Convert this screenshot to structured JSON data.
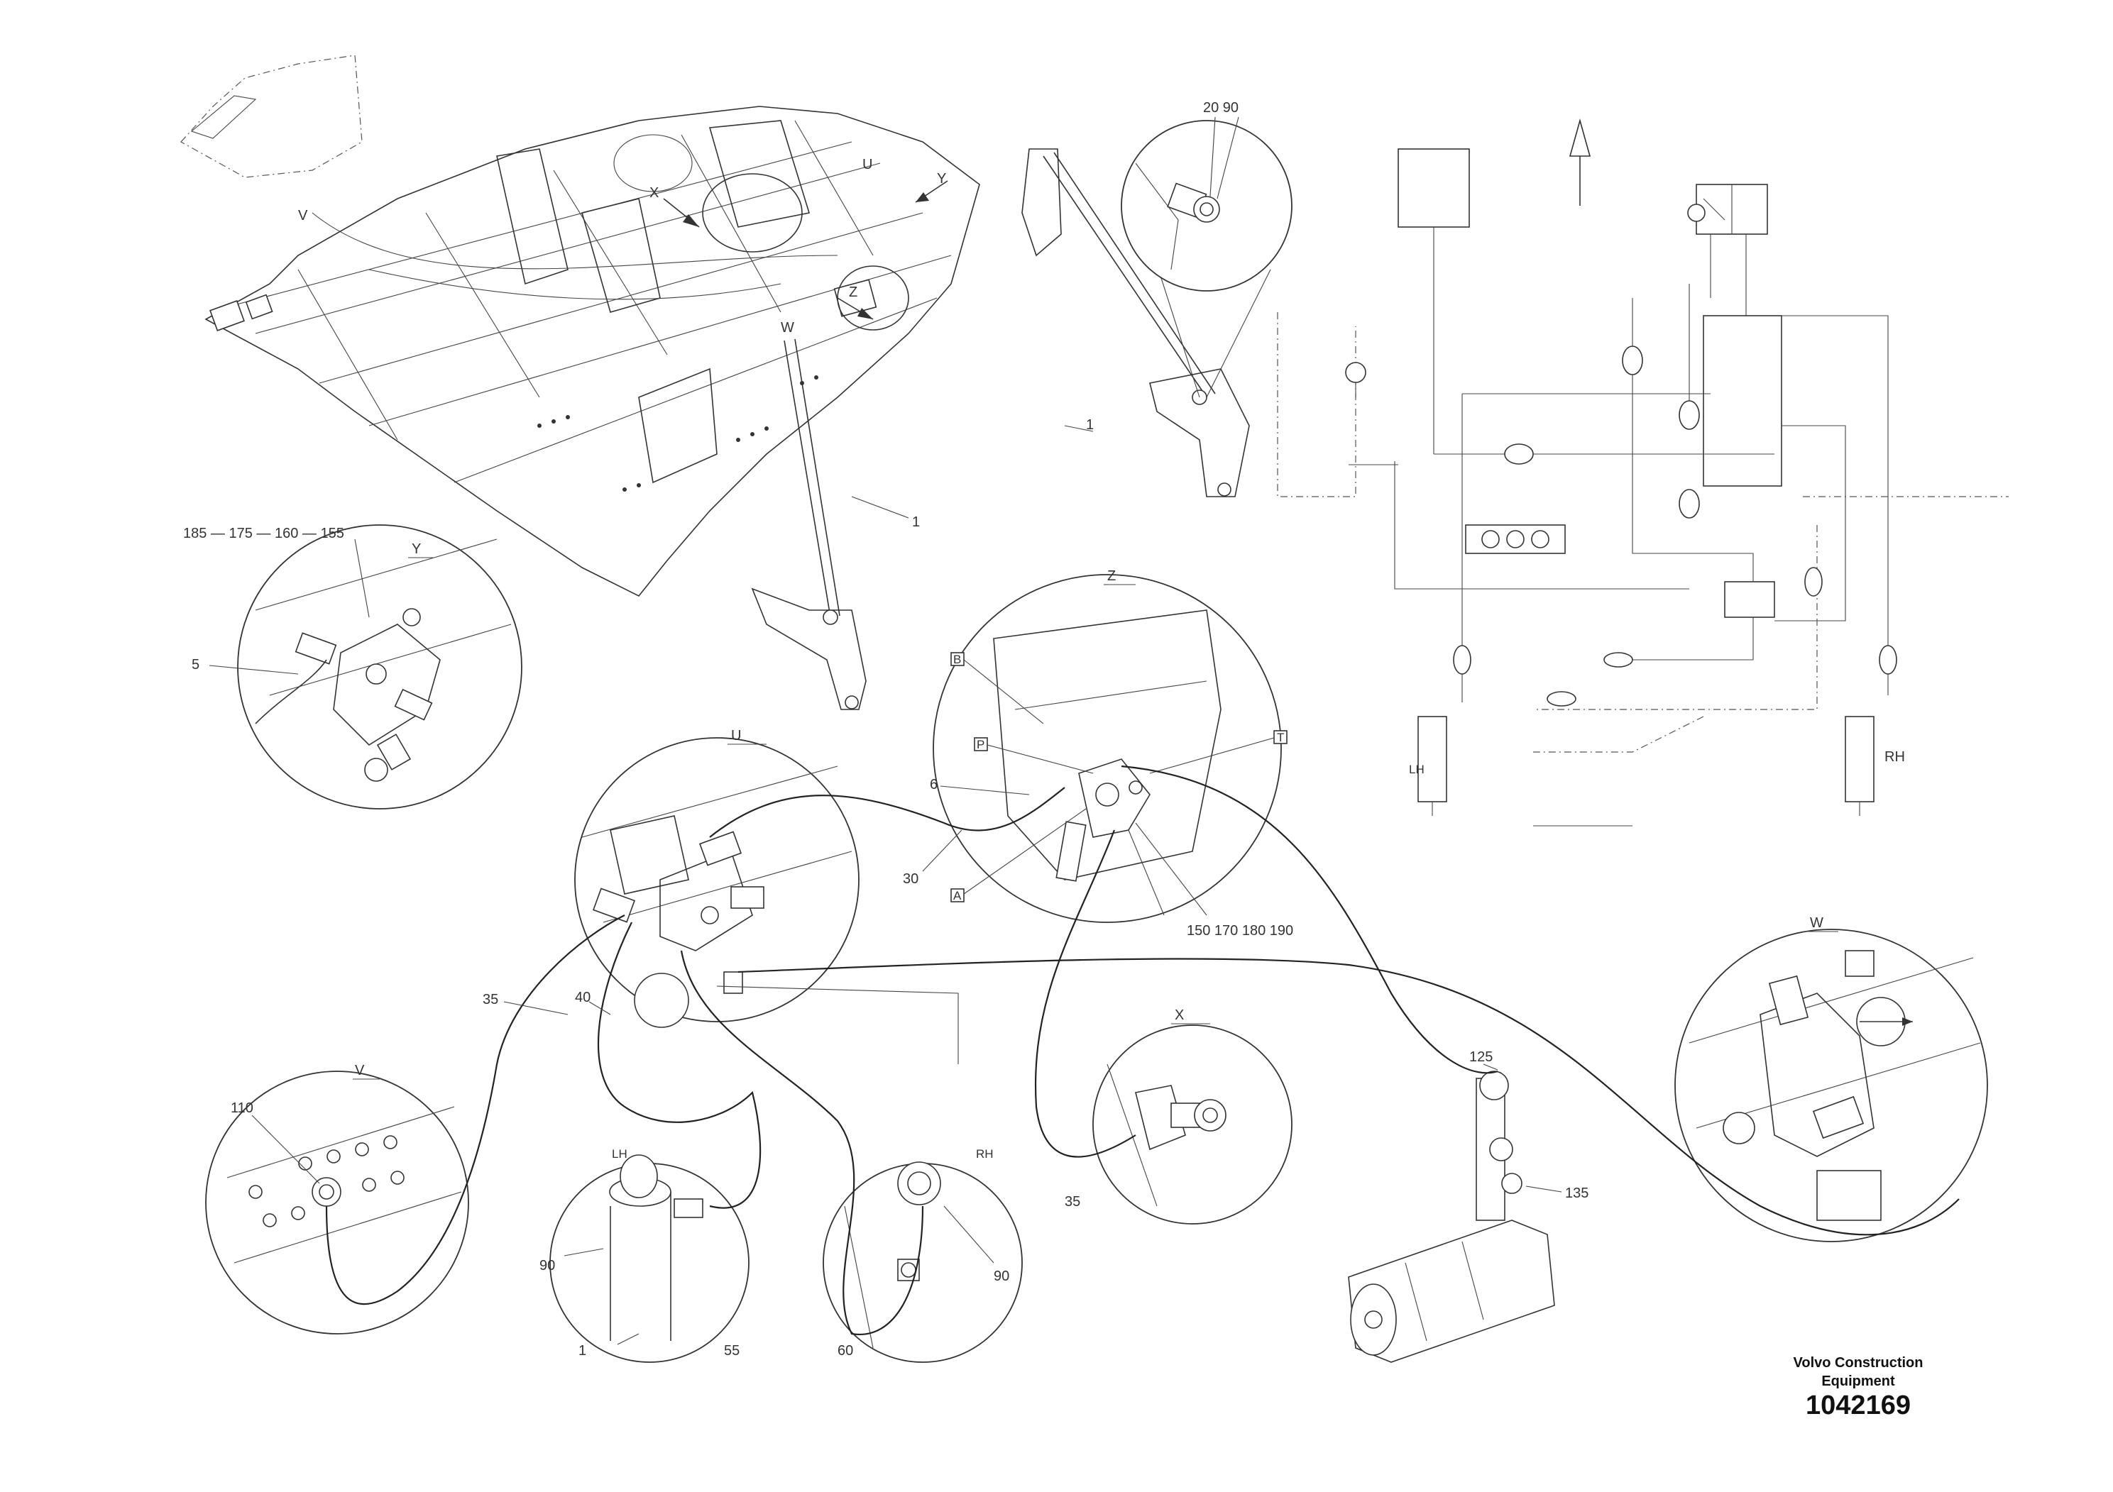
{
  "labels": {
    "view_x": "X",
    "view_y": "Y",
    "view_u": "U",
    "view_v": "V",
    "view_w": "W",
    "view_z": "Z",
    "ref_20_90": "20  90",
    "ref_1a": "1",
    "ref_1b": "1",
    "ref_1c": "1",
    "ref_185_155": "185 — 175 — 160 — 155",
    "ref_5": "5",
    "ref_6": "6",
    "ref_30": "30",
    "ref_35a": "35",
    "ref_35b": "35",
    "ref_40": "40",
    "ref_110": "110",
    "ref_125": "125",
    "ref_135": "135",
    "ref_150_190": "150   170   180   190",
    "ref_90a": "90",
    "ref_90b": "90",
    "ref_55": "55",
    "ref_60": "60",
    "box_b": "B",
    "box_p": "P",
    "box_t": "T",
    "box_a": "A",
    "cyl_lh": "LH",
    "cyl_rh": "RH",
    "detail_y_title": "Y",
    "detail_u_title": "U",
    "detail_z_title": "Z",
    "detail_v_title": "V",
    "detail_x_title": "X",
    "detail_w_title": "W"
  },
  "title_block": {
    "company_line1": "Volvo Construction",
    "company_line2": "Equipment",
    "document_number": "1042169"
  }
}
